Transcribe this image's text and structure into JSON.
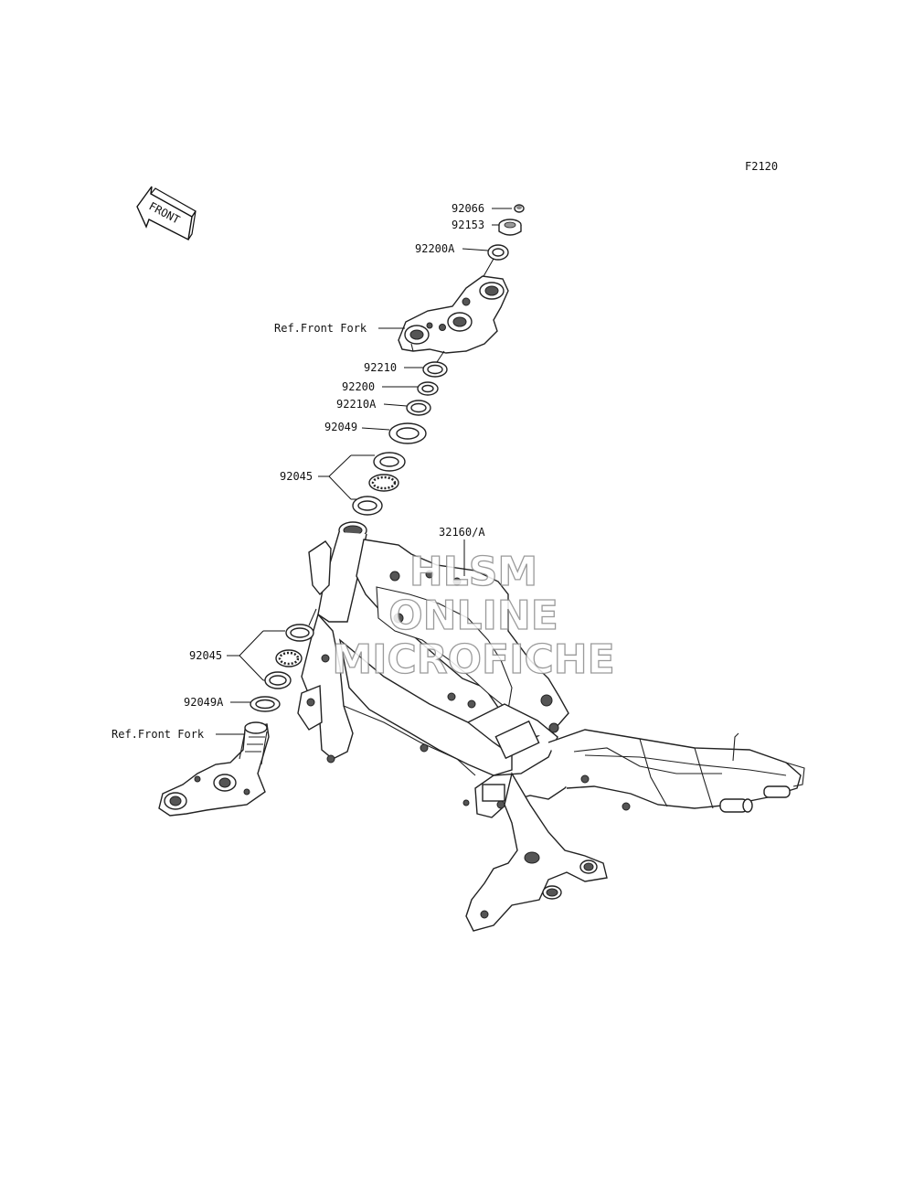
{
  "figure_code": "F2120",
  "front_arrow_label": "FRONT",
  "watermark": {
    "line1": "HLSM",
    "line2": "ONLINE",
    "line3": "MICROFICHE"
  },
  "labels": {
    "p92066": "92066",
    "p92153": "92153",
    "p92200A": "92200A",
    "ref_front_fork_top": "Ref.Front Fork",
    "p92210": "92210",
    "p92200": "92200",
    "p92210A": "92210A",
    "p92049": "92049",
    "p92045_top": "92045",
    "p32160": "32160/A",
    "p92045_bottom": "92045",
    "p92049A": "92049A",
    "ref_front_fork_bottom": "Ref.Front Fork"
  }
}
